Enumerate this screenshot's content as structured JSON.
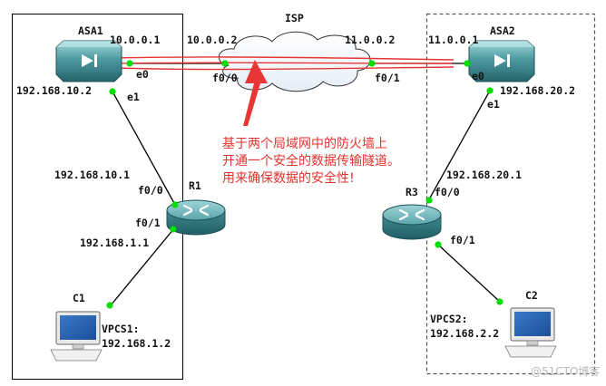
{
  "devices": {
    "asa1": {
      "name": "ASA1"
    },
    "asa2": {
      "name": "ASA2"
    },
    "isp": {
      "name": "ISP"
    },
    "r1": {
      "name": "R1"
    },
    "r3": {
      "name": "R3"
    },
    "c1": {
      "name": "C1"
    },
    "c2": {
      "name": "C2"
    }
  },
  "labels": {
    "asa1_ip_isp": "10.0.0.1",
    "isp_ip_asa1": "10.0.0.2",
    "isp_ip_asa2": "11.0.0.2",
    "asa2_ip_isp": "11.0.0.1",
    "asa1_e0": "e0",
    "isp_f00": "f0/0",
    "isp_f01": "f0/1",
    "asa2_e0": "e0",
    "asa1_e1_ip": "192.168.10.2",
    "asa1_e1": "e1",
    "asa2_e1_ip": "192.168.20.2",
    "asa2_e1": "e1",
    "r1_ip_asa": "192.168.10.1",
    "r1_f00": "f0/0",
    "r1_f01": "f0/1",
    "r1_ip_lan": "192.168.1.1",
    "r3_ip_asa": "192.168.20.1",
    "r3_f00": "f0/0",
    "r3_f01": "f0/1",
    "vpcs1_name": "VPCS1:",
    "vpcs1_ip": "192.168.1.2",
    "vpcs2_name": "VPCS2:",
    "vpcs2_ip": "192.168.2.2"
  },
  "annotation": {
    "line1": "基于两个局域网中的防火墙上",
    "line2": "开通一个安全的数据传输隧道。",
    "line3": "用来确保数据的安全性!"
  },
  "watermark": "@51CTO博客",
  "colors": {
    "link": "#000000",
    "port": "#00dd00",
    "tunnel": "#e83535",
    "note": "#e0332e",
    "device": "#2f7f86",
    "device_top": "#8fc9cc"
  }
}
